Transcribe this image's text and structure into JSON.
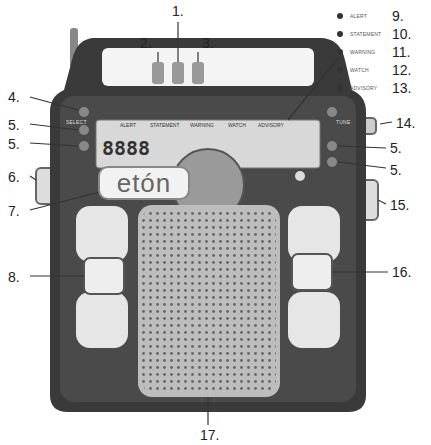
{
  "diagram": {
    "nodes": [
      {
        "text": [
          "etón"
        ]
      }
    ],
    "labels": [
      "1.",
      "2.",
      "3.",
      "4.",
      "5.",
      "5.",
      "5.",
      "5.",
      "6.",
      "7.",
      "8.",
      "9.",
      "10.",
      "11.",
      "12.",
      "13.",
      "14.",
      "15.",
      "16.",
      "17.",
      "ALERT",
      "STATEMENT",
      "WARNING",
      "WATCH",
      "ADVISORY",
      "ALERT",
      "STATEMENT",
      "WARNING",
      "WATCH",
      "ADVISORY",
      "8888",
      "SELECT",
      "TUNE"
    ]
  }
}
